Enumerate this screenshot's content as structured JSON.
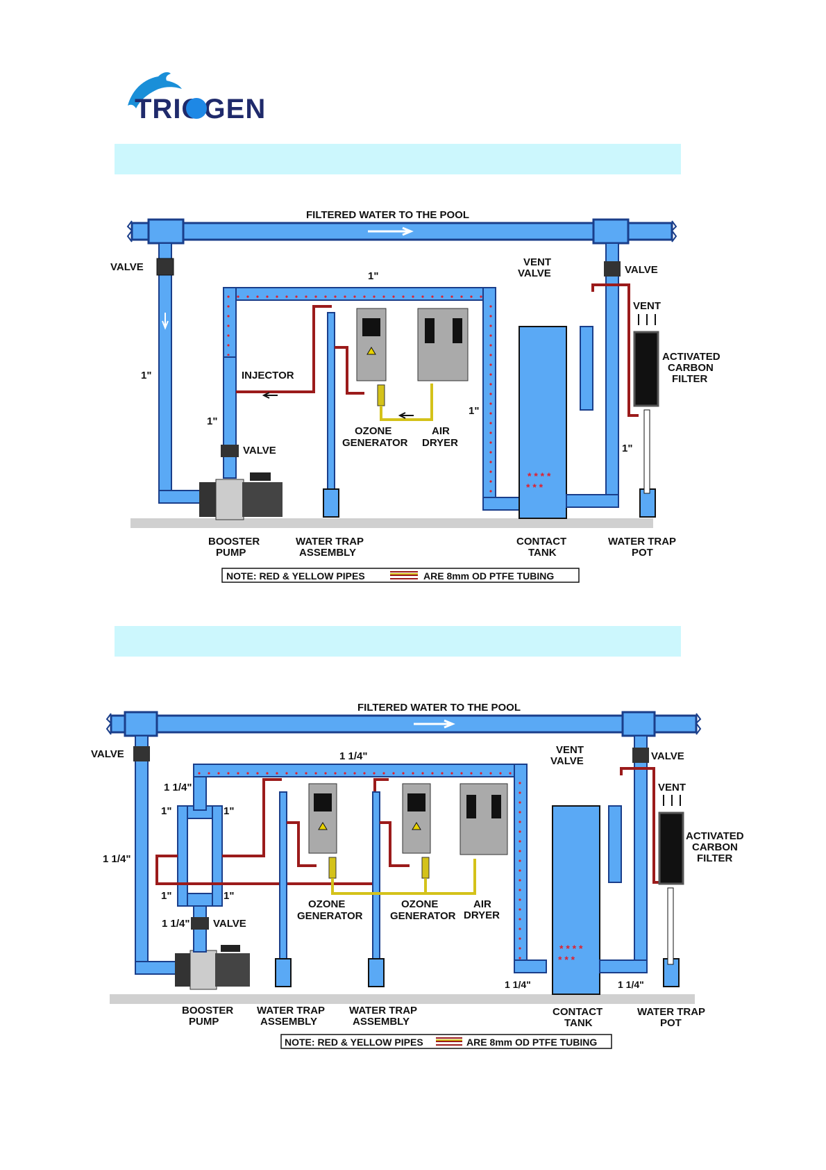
{
  "brand": {
    "name": "TRIOGEN",
    "logo": "dolphin-logo"
  },
  "banners": [
    "",
    ""
  ],
  "colors": {
    "water": "#5aa9f5",
    "pipe_dark": "#1a3e8a",
    "red_tube": "#9b1b1b",
    "yellow_tube": "#d4c21a",
    "floor": "#d0d0d0",
    "banner": "#ccf7fd",
    "bubbles": "#e0202c"
  },
  "diagram1": {
    "main_pipe": "FILTERED WATER TO THE POOL",
    "valve_left": "VALVE",
    "valve_right": "VALVE",
    "vent_valve": [
      "VENT",
      "VALVE"
    ],
    "vent": "VENT",
    "carbon_filter": [
      "ACTIVATED",
      "CARBON",
      "FILTER"
    ],
    "injector": "INJECTOR",
    "valve_mid": "VALVE",
    "ozone_generator": [
      "OZONE",
      "GENERATOR"
    ],
    "air_dryer": [
      "AIR",
      "DRYER"
    ],
    "size_top": "1\"",
    "size_left": "1\"",
    "size_injector": "1\"",
    "size_down": "1\"",
    "size_right": "1\"",
    "labels": [
      [
        "BOOSTER",
        "PUMP"
      ],
      [
        "WATER TRAP",
        "ASSEMBLY"
      ],
      [
        "CONTACT",
        "TANK"
      ],
      [
        "WATER TRAP",
        "POT"
      ]
    ],
    "note_left": "NOTE:  RED & YELLOW  PIPES",
    "note_right": "ARE  8mm OD PTFE TUBING"
  },
  "diagram2": {
    "main_pipe": "FILTERED WATER TO THE POOL",
    "valve_left": "VALVE",
    "valve_right": "VALVE",
    "vent_valve": [
      "VENT",
      "VALVE"
    ],
    "vent": "VENT",
    "carbon_filter": [
      "ACTIVATED",
      "CARBON",
      "FILTER"
    ],
    "valve_mid": "VALVE",
    "ozone_generator_1": [
      "OZONE",
      "GENERATOR"
    ],
    "ozone_generator_2": [
      "OZONE",
      "GENERATOR"
    ],
    "air_dryer": [
      "AIR",
      "DRYER"
    ],
    "size_top": "1 1/4\"",
    "size_left": "1 1/4\"",
    "size_manifold_top": "1 1/4\"",
    "size_branch_tl": "1\"",
    "size_branch_tr": "1\"",
    "size_branch_bl": "1\"",
    "size_branch_br": "1\"",
    "size_valve": "1 1/4\"",
    "size_tank_in": "1 1/4\"",
    "size_tank_out": "1 1/4\"",
    "labels": [
      [
        "BOOSTER",
        "PUMP"
      ],
      [
        "WATER TRAP",
        "ASSEMBLY"
      ],
      [
        "WATER TRAP",
        "ASSEMBLY"
      ],
      [
        "CONTACT",
        "TANK"
      ],
      [
        "WATER TRAP",
        "POT"
      ]
    ],
    "note_left": "NOTE:  RED & YELLOW  PIPES",
    "note_right": "ARE  8mm OD PTFE TUBING"
  }
}
